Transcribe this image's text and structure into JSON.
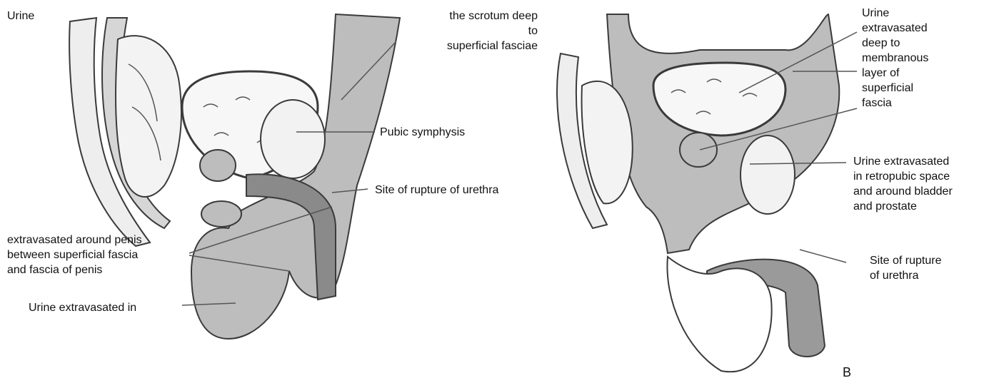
{
  "left_panel": {
    "label_urine_top": "Urine",
    "label_scrotum": [
      "the scrotum deep",
      "to",
      "superficial fasciae"
    ],
    "label_pubic": "Pubic symphysis",
    "label_rupture": "Site of rupture of urethra",
    "label_penis": [
      "extravasated around penis",
      "between superficial fascia",
      "and fascia of penis"
    ],
    "label_urine_in": "Urine extravasated in"
  },
  "right_panel": {
    "label_deep": [
      "Urine",
      "extravasated",
      "deep to",
      "membranous",
      "layer of",
      "superficial",
      "fascia"
    ],
    "label_retropubic": [
      "Urine extravasated",
      "in retropubic space",
      "and around bladder",
      "and prostate"
    ],
    "label_rupture": [
      "Site of rupture",
      "of urethra"
    ],
    "panel_letter": "B"
  },
  "colors": {
    "urine_fill": "#bdbdbd",
    "outline": "#3a3a3a",
    "bone": "#e8e8e8",
    "line": "#555555"
  }
}
